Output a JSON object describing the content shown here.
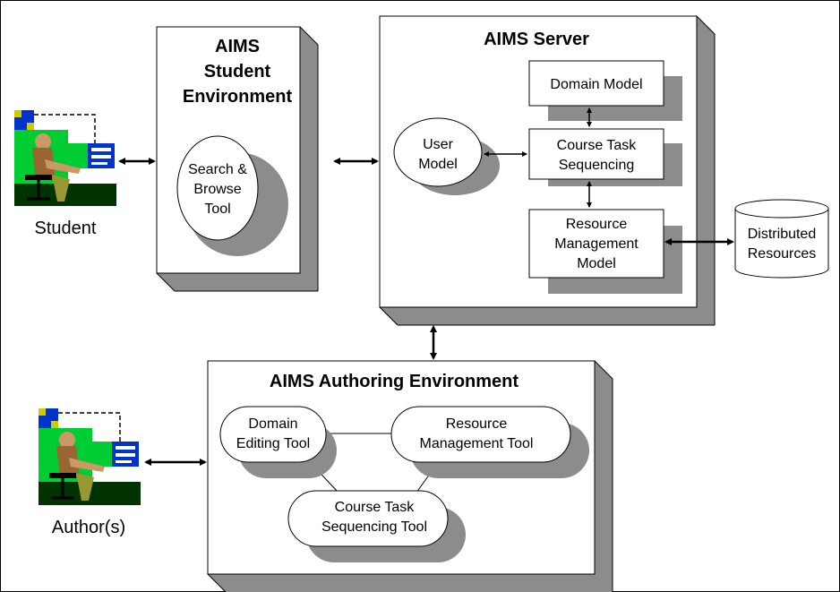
{
  "student_env": {
    "title": [
      "AIMS",
      "Student",
      "Environment"
    ],
    "tool": [
      "Search &",
      "Browse",
      "Tool"
    ]
  },
  "server": {
    "title": "AIMS Server",
    "domain_model": "Domain Model",
    "user_model": [
      "User",
      "Model"
    ],
    "course_task": [
      "Course Task",
      "Sequencing"
    ],
    "resource_model": [
      "Resource",
      "Management",
      "Model"
    ]
  },
  "authoring_env": {
    "title": "AIMS Authoring Environment",
    "domain_tool": [
      "Domain",
      "Editing Tool"
    ],
    "resource_tool": [
      "Resource",
      "Management Tool"
    ],
    "course_tool": [
      "Course Task",
      "Sequencing Tool"
    ]
  },
  "actors": {
    "student": "Student",
    "author": "Author(s)"
  },
  "distributed": [
    "Distributed",
    "Resources"
  ],
  "colors": {
    "shadow": "#8c8c8c",
    "box_fill": "#ffffff",
    "figure_green": "#00cc33",
    "figure_dark": "#003300",
    "screen_blue": "#0033cc"
  }
}
